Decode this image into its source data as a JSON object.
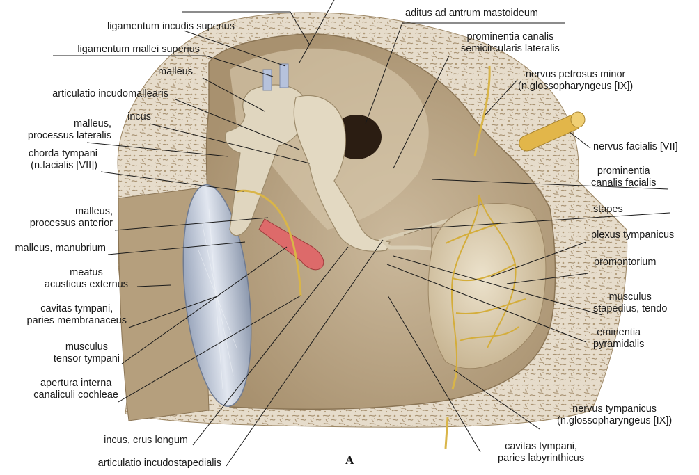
{
  "figure": {
    "plate_letter": "A",
    "colors": {
      "bone_texture": "#c9b9a0",
      "cavity_wall": "#c6b396",
      "ossicle": "#e0d6bf",
      "nerve": "#d9b548",
      "membrane": "#b8c3d6",
      "muscle": "#d85a5a",
      "line": "#1a1a1a"
    }
  },
  "labels": {
    "lig_incudis_sup": [
      "ligamentum incudis superius"
    ],
    "lig_mallei_sup": [
      "ligamentum mallei superius"
    ],
    "malleus": [
      "malleus"
    ],
    "artic_incudomall": [
      "articulatio incudomallearis"
    ],
    "incus": [
      "incus"
    ],
    "malleus_proc_lat": [
      "malleus,",
      "processus lateralis"
    ],
    "chorda_tympani": [
      "chorda tympani",
      "(n.facialis [VII])"
    ],
    "malleus_proc_ant": [
      "malleus,",
      "processus anterior"
    ],
    "malleus_manubrium": [
      "malleus, manubrium"
    ],
    "meatus": [
      "meatus",
      "acusticus externus"
    ],
    "cavitas_memb": [
      "cavitas tympani,",
      "paries membranaceus"
    ],
    "tensor_tympani": [
      "musculus",
      "tensor tympani"
    ],
    "apertura": [
      "apertura interna",
      "canaliculi cochleae"
    ],
    "incus_crus": [
      "incus, crus longum"
    ],
    "artic_incudostap": [
      "articulatio incudostapedialis"
    ],
    "aditus": [
      "aditus ad antrum mastoideum"
    ],
    "prom_semicirc": [
      "prominentia canalis",
      "semicircularis lateralis"
    ],
    "n_petrosus": [
      "nervus petrosus minor",
      "(n.glossopharyngeus [IX])"
    ],
    "n_facialis": [
      "nervus facialis [VII]"
    ],
    "prom_facialis": [
      "prominentia",
      "canalis facialis"
    ],
    "stapes": [
      "stapes"
    ],
    "plexus": [
      "plexus tympanicus"
    ],
    "promontorium": [
      "promontorium"
    ],
    "m_stapedius": [
      "musculus",
      "stapedius, tendo"
    ],
    "eminentia": [
      "eminentia",
      "pyramidalis"
    ],
    "n_tympanicus": [
      "nervus tympanicus",
      "(n.glossopharyngeus [IX])"
    ],
    "cavitas_lab": [
      "cavitas tympani,",
      "paries labyrinthicus"
    ]
  }
}
